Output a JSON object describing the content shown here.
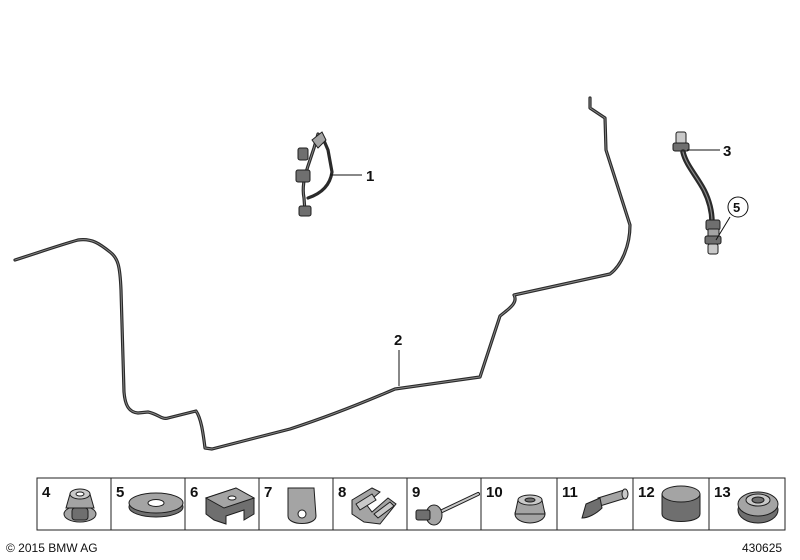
{
  "diagram": {
    "callouts": [
      {
        "id": "callout-1",
        "label": "1"
      },
      {
        "id": "callout-2",
        "label": "2"
      },
      {
        "id": "callout-3",
        "label": "3"
      },
      {
        "id": "callout-5",
        "label": "5"
      }
    ],
    "legend": [
      {
        "label": "4",
        "part": "grommet-plug"
      },
      {
        "label": "5",
        "part": "flat-washer"
      },
      {
        "label": "6",
        "part": "pipe-holder"
      },
      {
        "label": "7",
        "part": "clip"
      },
      {
        "label": "8",
        "part": "double-pipe-clip"
      },
      {
        "label": "9",
        "part": "blind-rivet"
      },
      {
        "label": "10",
        "part": "plug"
      },
      {
        "label": "11",
        "part": "screw"
      },
      {
        "label": "12",
        "part": "cap"
      },
      {
        "label": "13",
        "part": "grommet"
      }
    ]
  },
  "footer": {
    "copyright": "© 2015 BMW AG",
    "image_number": "430625"
  },
  "colors": {
    "pipe": "#2a2a2a",
    "part_fill": "#a4a4a4",
    "outline": "#1e1e1e"
  }
}
